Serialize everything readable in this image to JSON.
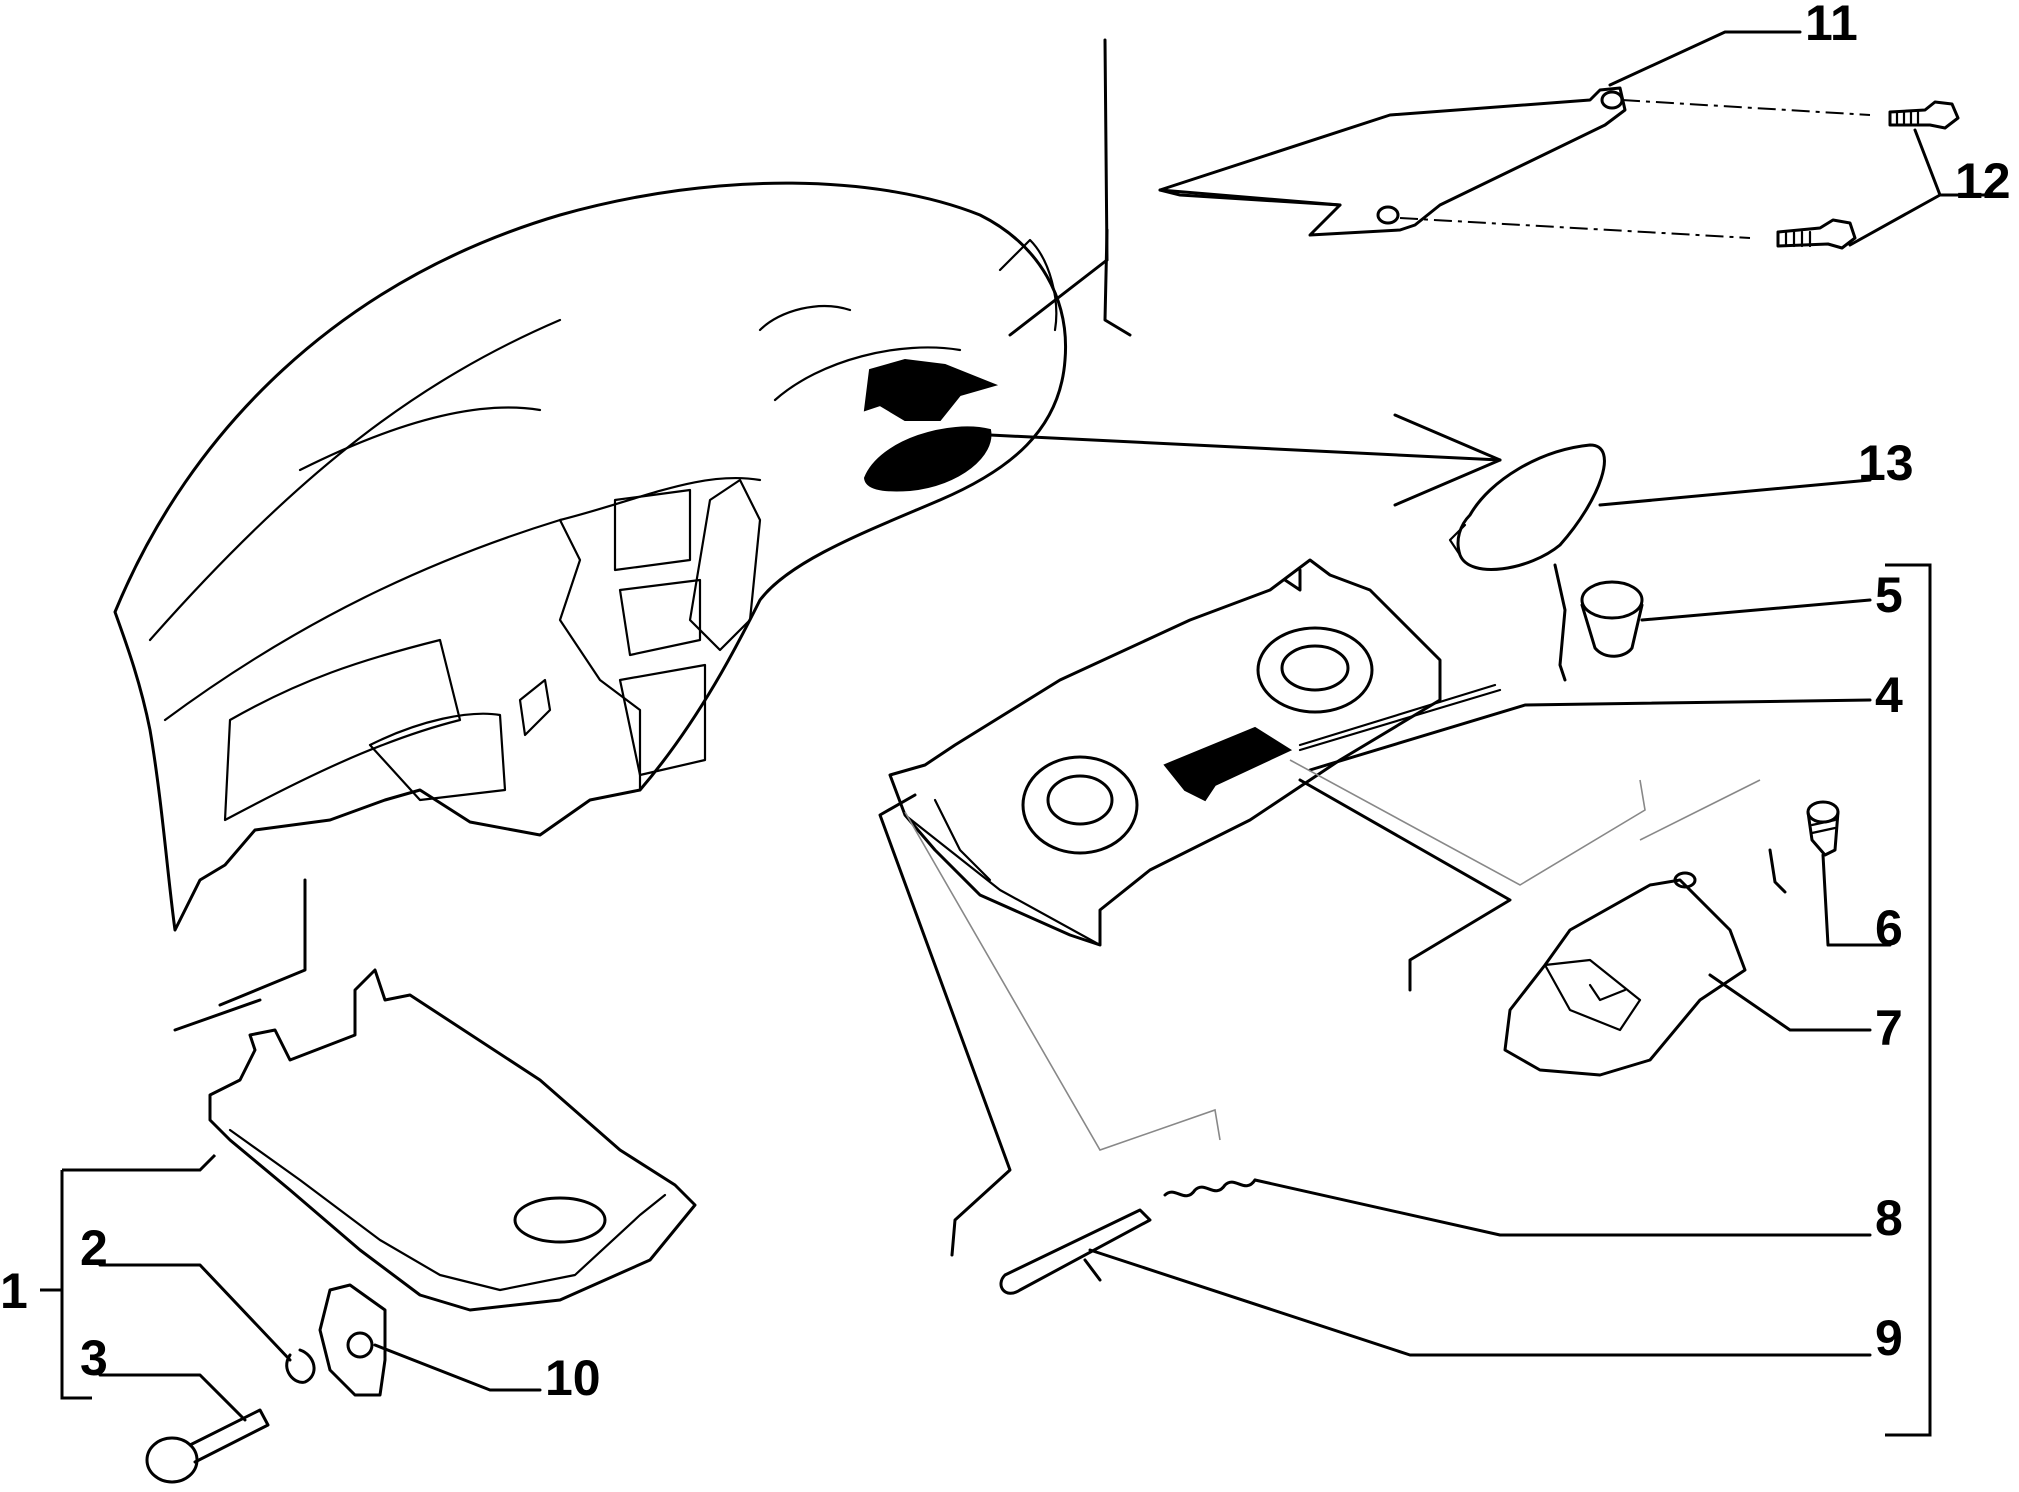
{
  "labels": {
    "p1": "1",
    "p2": "2",
    "p3": "3",
    "p4": "4",
    "p5": "5",
    "p6": "6",
    "p7": "7",
    "p8": "8",
    "p9": "9",
    "p10": "10",
    "p11": "11",
    "p12": "12",
    "p13": "13"
  }
}
